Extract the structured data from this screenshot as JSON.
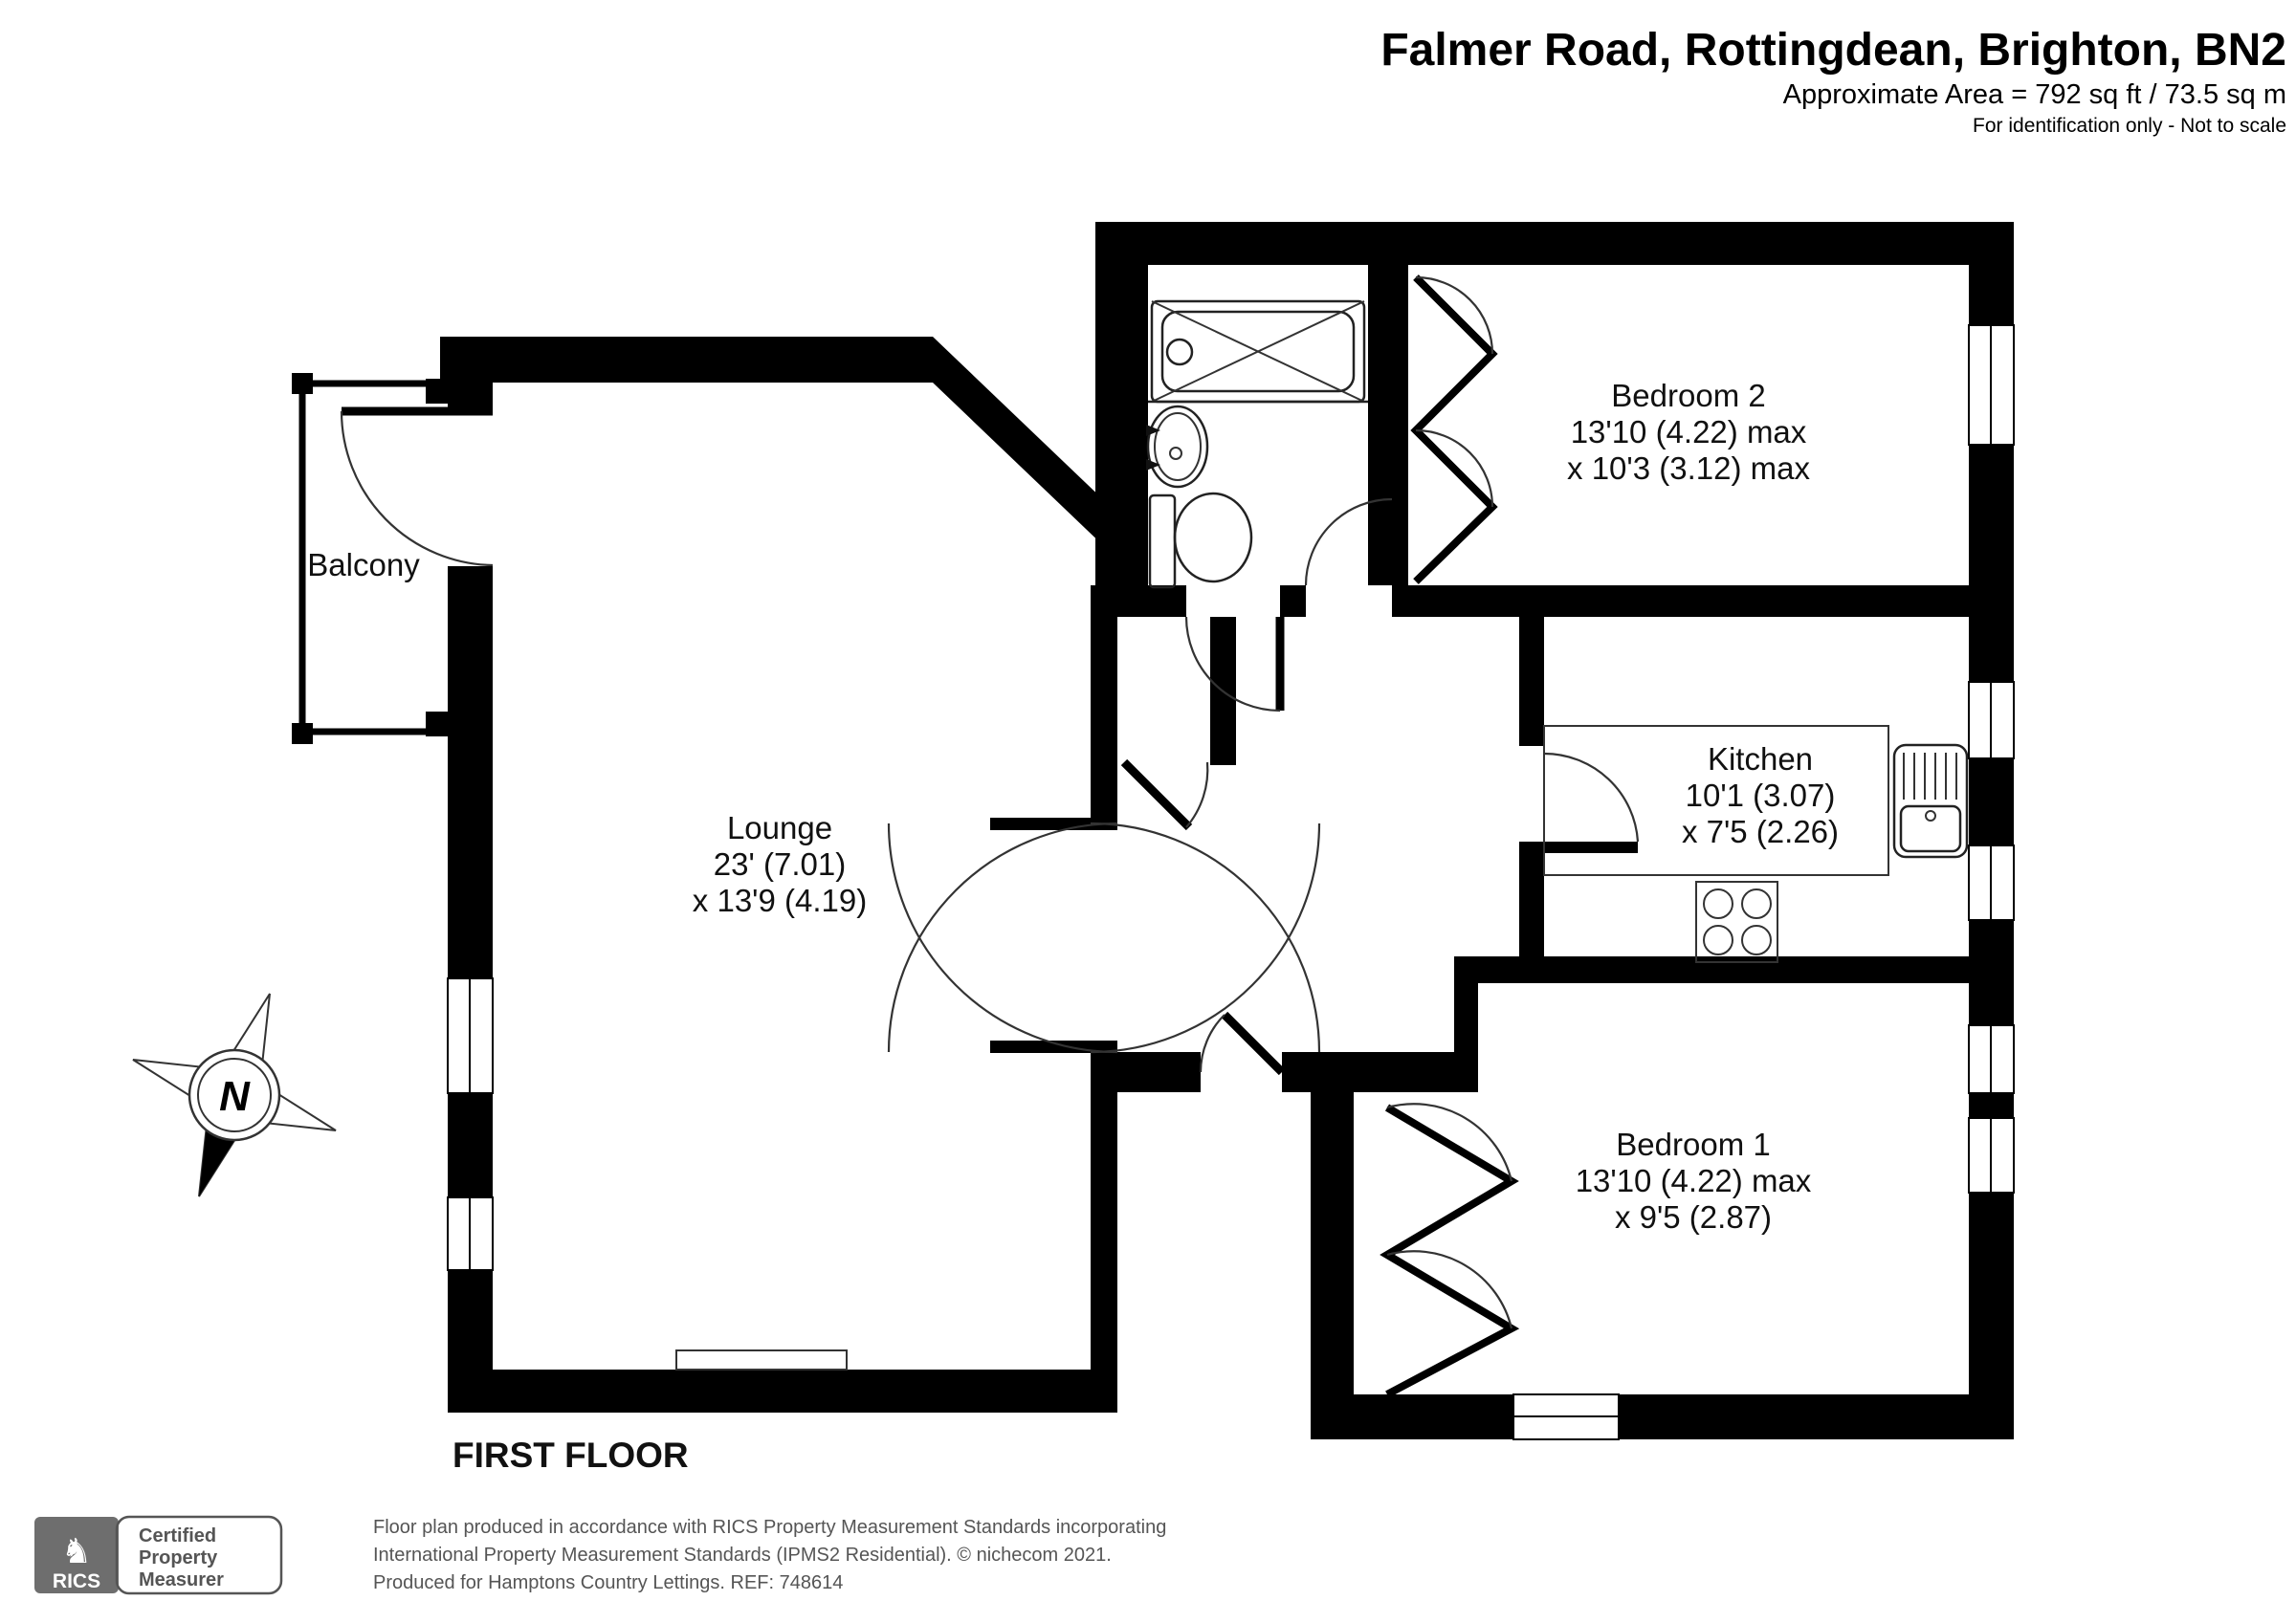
{
  "header": {
    "title": "Falmer Road, Rottingdean, Brighton, BN2",
    "area": "Approximate Area = 792 sq ft / 73.5 sq m",
    "note": "For identification only - Not to scale"
  },
  "plan": {
    "floor_label": "FIRST FLOOR",
    "compass_label": "N",
    "rooms": {
      "lounge": {
        "name": "Lounge",
        "dim1": "23' (7.01)",
        "dim2": "x 13'9 (4.19)"
      },
      "bedroom2": {
        "name": "Bedroom 2",
        "dim1": "13'10 (4.22) max",
        "dim2": "x 10'3 (3.12) max"
      },
      "kitchen": {
        "name": "Kitchen",
        "dim1": "10'1 (3.07)",
        "dim2": "x 7'5 (2.26)"
      },
      "bedroom1": {
        "name": "Bedroom 1",
        "dim1": "13'10 (4.22) max",
        "dim2": "x 9'5 (2.87)"
      },
      "balcony": {
        "name": "Balcony"
      }
    }
  },
  "footer": {
    "logo": {
      "brand": "RICS",
      "cert_line1": "Certified",
      "cert_line2": "Property",
      "cert_line3": "Measurer"
    },
    "line1": "Floor plan produced in accordance with RICS Property Measurement Standards incorporating",
    "line2": "International Property Measurement Standards (IPMS2 Residential).   © nichecom 2021.",
    "line3": "Produced for Hamptons Country Lettings.   REF:  748614"
  }
}
